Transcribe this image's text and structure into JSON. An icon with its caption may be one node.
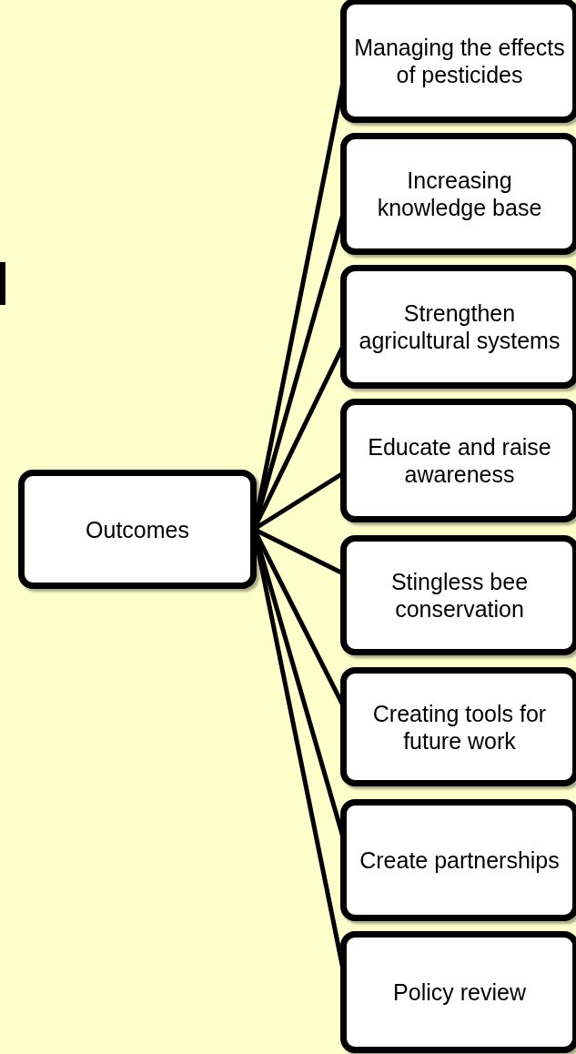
{
  "diagram": {
    "nodes": [
      {
        "text": [
          "Outcomes"
        ]
      },
      {
        "text": [
          "Managing the effects of pesticides"
        ]
      },
      {
        "text": [
          "Increasing knowledge base"
        ]
      },
      {
        "text": [
          "Strengthen agricultural systems"
        ]
      },
      {
        "text": [
          "Educate and raise awareness"
        ]
      },
      {
        "text": [
          "Stingless bee conservation"
        ]
      },
      {
        "text": [
          "Creating tools for future work"
        ]
      },
      {
        "text": [
          "Create partnerships"
        ]
      },
      {
        "text": [
          "Policy review"
        ]
      }
    ],
    "edges": [
      {
        "from": 0,
        "to": 1,
        "arrow": "none"
      },
      {
        "from": 0,
        "to": 2,
        "arrow": "none"
      },
      {
        "from": 0,
        "to": 3,
        "arrow": "none"
      },
      {
        "from": 0,
        "to": 4,
        "arrow": "none"
      },
      {
        "from": 0,
        "to": 5,
        "arrow": "none"
      },
      {
        "from": 0,
        "to": 6,
        "arrow": "none"
      },
      {
        "from": 0,
        "to": 7,
        "arrow": "none"
      },
      {
        "from": 0,
        "to": 8,
        "arrow": "none"
      }
    ]
  }
}
